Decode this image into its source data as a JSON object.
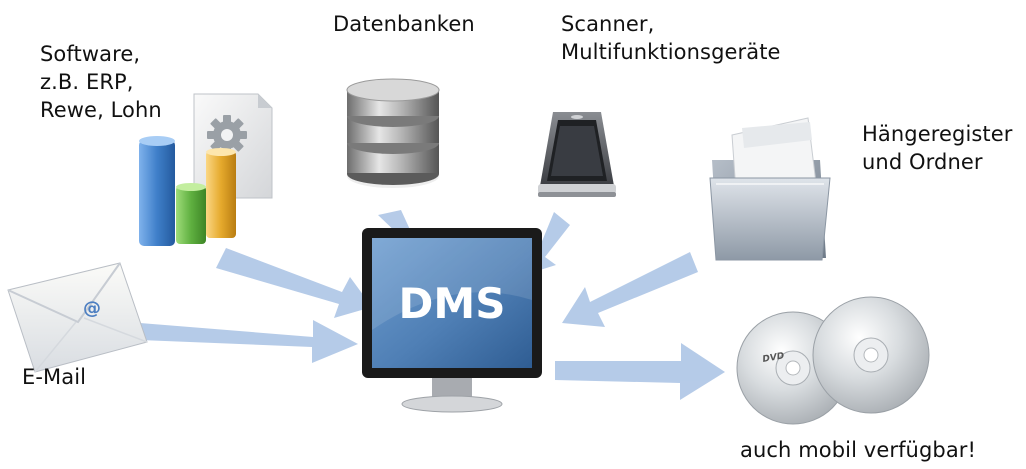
{
  "labels": {
    "software": "Software,\nz.B. ERP,\nRewe, Lohn",
    "databases": "Datenbanken",
    "scanner": "Scanner,\nMultifunktionsgeräte",
    "folders": "Hängeregister\nund Ordner",
    "email": "E-Mail",
    "mobile": "auch mobil verfügbar!"
  },
  "monitor_text": "DMS",
  "email_symbol": "@",
  "dvd_text": "DVD",
  "colors": {
    "arrow": "#a9c2e4",
    "screen": "#4f7fb5",
    "bar_blue": "#3f7fc9",
    "bar_green": "#5fb040",
    "bar_yellow": "#e5a92c"
  },
  "icons": [
    "chart-gear-icon",
    "database-icon",
    "scanner-icon",
    "folder-icon",
    "email-icon",
    "monitor-icon",
    "dvd-icon"
  ]
}
